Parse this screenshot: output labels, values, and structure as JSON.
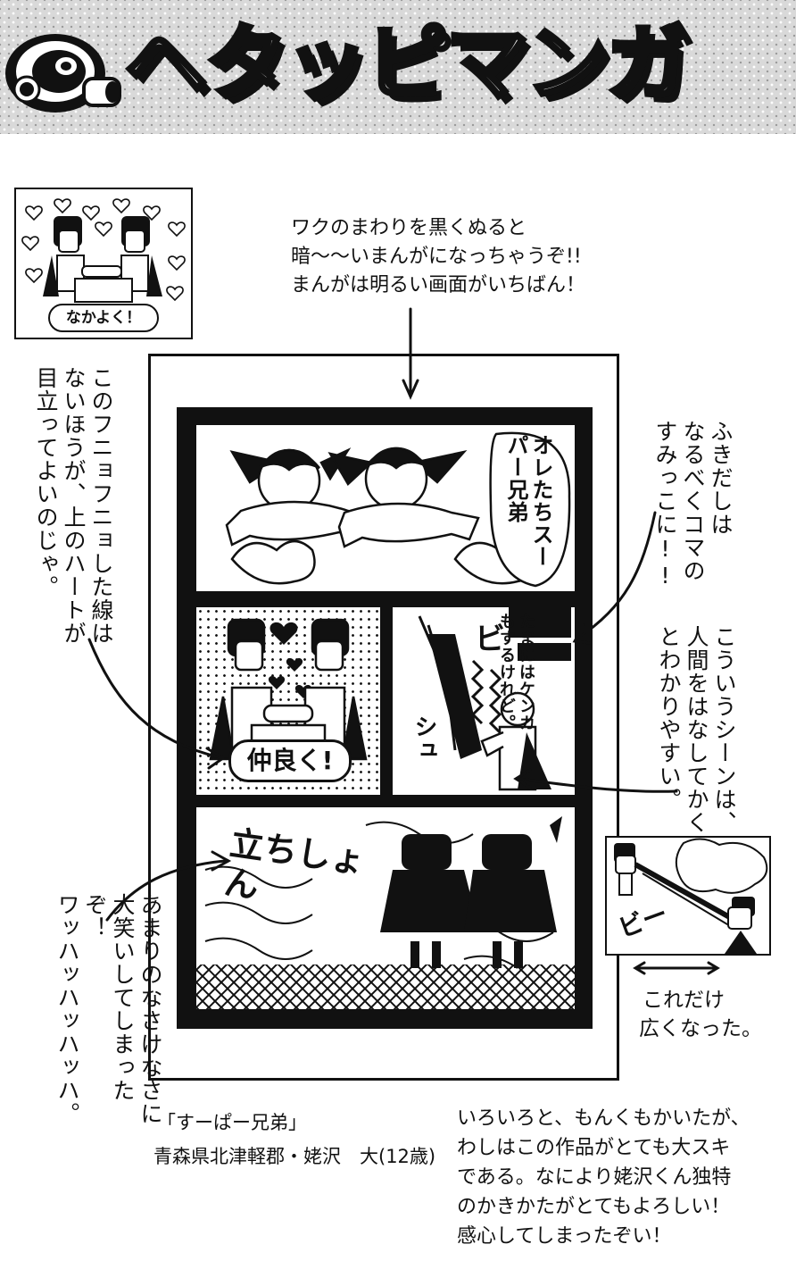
{
  "header": {
    "title": "ヘタッピマンガ"
  },
  "thumb_top": {
    "label": "なかよく！"
  },
  "top_note": {
    "lines": [
      "ワクのまわりを黒くぬると",
      "暗〜〜いまんがになっちゃうぞ!!",
      "まんがは明るい画面がいちばん！"
    ]
  },
  "left_note": {
    "lines": [
      "このフニョフニョした線は",
      "ないほうが、上のハートが",
      "目立ってよいのじゃ。"
    ]
  },
  "right_note_balloon": {
    "lines": [
      "ふきだしは",
      "なるべくコマの",
      "すみっこに!!"
    ]
  },
  "right_note_scene": {
    "lines": [
      "こういうシーンは、",
      "人間をはなしてかく",
      "とわかりやすい。"
    ]
  },
  "bottom_left_note": {
    "lines": [
      "あまりのなさけなさに",
      "大笑いしてしまったぞ！",
      "ワッハッハッハッハ。"
    ]
  },
  "right_thumb": {
    "caption_lines": [
      "これだけ",
      "広くなった。"
    ],
    "sfx": "ビー"
  },
  "comic": {
    "panel1_balloon": "オレたちスーパー兄弟",
    "panel2_sign": "仲良く!",
    "panel3_balloon": "たまにはケンカもするけれど。",
    "panel3_sfx_top": "ビ",
    "panel3_sfx_bottom": "シュ",
    "panel4_sfx": "立ちしょん"
  },
  "credit": {
    "title": "「すーぱー兄弟」",
    "author": "青森県北津軽郡・姥沢　大(12歳)"
  },
  "comment": {
    "lines": [
      "いろいろと、もんくもかいたが、",
      "わしはこの作品がとても大スキ",
      "である。なにより姥沢くん独特",
      "のかきかたがとてもよろしい！",
      "感心してしまったぞい！"
    ]
  }
}
